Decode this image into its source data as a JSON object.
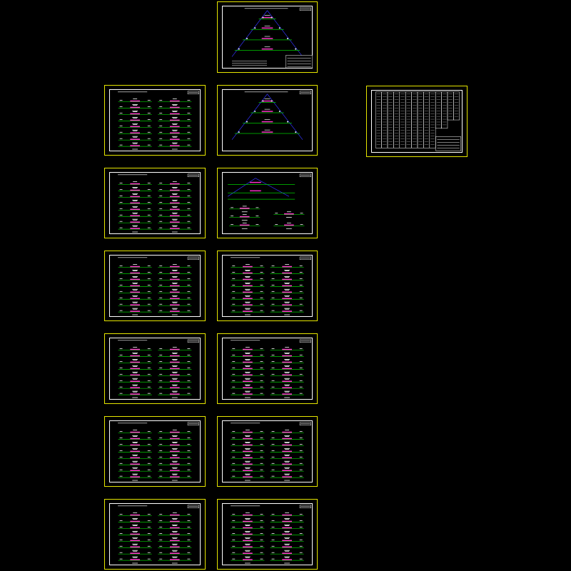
{
  "drawing": {
    "background": "#000000",
    "colors": {
      "sheet_border": "#e6e600",
      "inner_frame": "#ffffff",
      "ground_line": "#00cc00",
      "road_section": "#ff33cc",
      "slope_line": "#3333ff",
      "text": "#ffffff"
    },
    "sheets": [
      {
        "id": "sheet-1",
        "kind": "overview"
      },
      {
        "id": "sheet-2",
        "kind": "sections-two-col"
      },
      {
        "id": "sheet-3",
        "kind": "overview-small"
      },
      {
        "id": "sheet-4",
        "kind": "table"
      },
      {
        "id": "sheet-5",
        "kind": "sections-two-col"
      },
      {
        "id": "sheet-6",
        "kind": "mixed"
      },
      {
        "id": "sheet-7",
        "kind": "sections-two-col"
      },
      {
        "id": "sheet-8",
        "kind": "sections-two-col"
      },
      {
        "id": "sheet-9",
        "kind": "sections-two-col"
      },
      {
        "id": "sheet-10",
        "kind": "sections-two-col"
      },
      {
        "id": "sheet-11",
        "kind": "sections-two-col"
      },
      {
        "id": "sheet-12",
        "kind": "sections-two-col"
      },
      {
        "id": "sheet-13",
        "kind": "sections-two-col"
      },
      {
        "id": "sheet-14",
        "kind": "sections-two-col"
      }
    ]
  }
}
